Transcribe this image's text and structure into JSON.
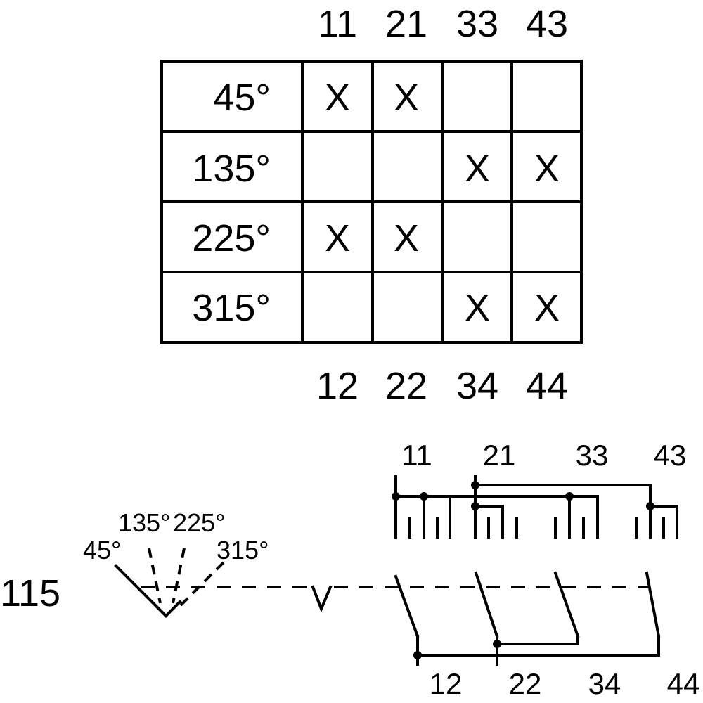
{
  "table": {
    "top_terminals": [
      "11",
      "21",
      "33",
      "43"
    ],
    "bottom_terminals": [
      "12",
      "22",
      "34",
      "44"
    ],
    "rows": [
      {
        "angle": "45°",
        "cells": [
          "X",
          "X",
          "",
          ""
        ]
      },
      {
        "angle": "135°",
        "cells": [
          "",
          "",
          "X",
          "X"
        ]
      },
      {
        "angle": "225°",
        "cells": [
          "X",
          "X",
          "",
          ""
        ]
      },
      {
        "angle": "315°",
        "cells": [
          "",
          "",
          "X",
          "X"
        ]
      }
    ]
  },
  "schematic": {
    "reference": "115",
    "positions": [
      "45°",
      "135°",
      "225°",
      "315°"
    ],
    "top_terminals": [
      "11",
      "21",
      "33",
      "43"
    ],
    "bottom_terminals": [
      "12",
      "22",
      "34",
      "44"
    ]
  }
}
